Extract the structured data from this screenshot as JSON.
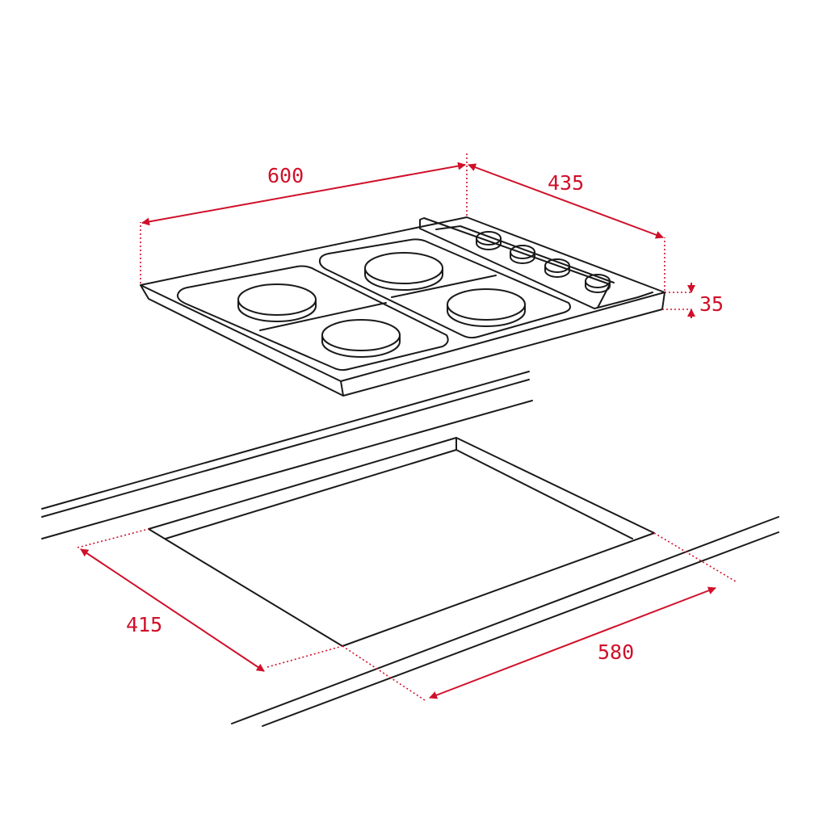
{
  "colors": {
    "dimension": "#d0102a",
    "outline": "#1a1a1a",
    "background": "#ffffff"
  },
  "dimensions": {
    "hob_width": "600",
    "hob_depth": "435",
    "hob_height": "35",
    "cutout_depth": "415",
    "cutout_width": "580"
  }
}
